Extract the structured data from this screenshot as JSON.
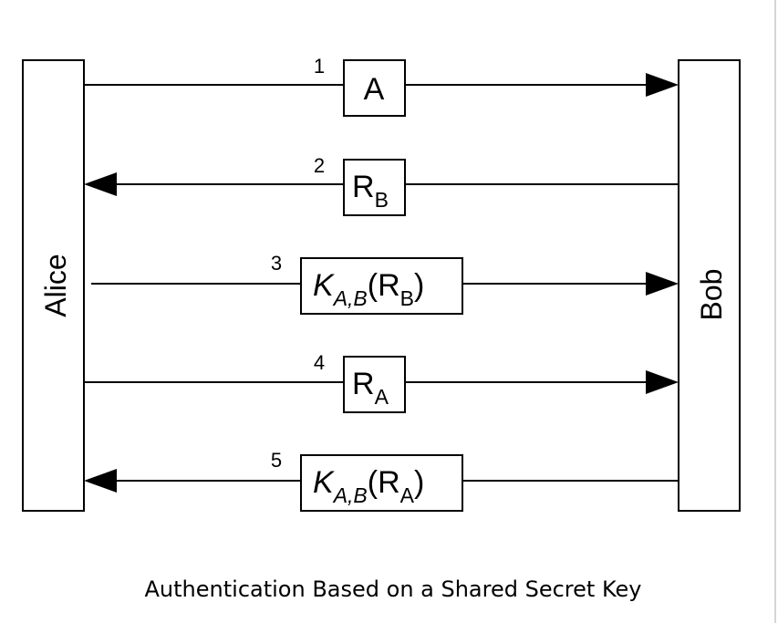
{
  "actors": {
    "left": "Alice",
    "right": "Bob"
  },
  "messages": [
    {
      "number": "1",
      "direction": "right",
      "base": "A",
      "sub": ""
    },
    {
      "number": "2",
      "direction": "left",
      "base": "R",
      "sub": "B"
    },
    {
      "number": "3",
      "direction": "right",
      "key": "K",
      "key_sub": "A,B",
      "arg_base": "R",
      "arg_sub": "B"
    },
    {
      "number": "4",
      "direction": "right",
      "base": "R",
      "sub": "A"
    },
    {
      "number": "5",
      "direction": "left",
      "key": "K",
      "key_sub": "A,B",
      "arg_base": "R",
      "arg_sub": "A"
    }
  ],
  "caption": "Authentication Based on a Shared Secret Key"
}
